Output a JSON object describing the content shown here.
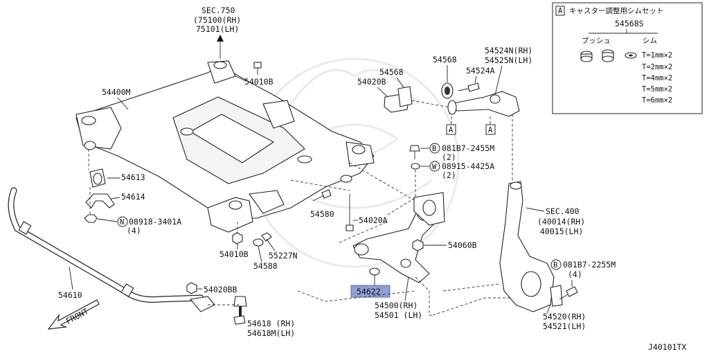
{
  "labels": {
    "sec750": "SEC.750",
    "sec750_rh": "(75100(RH)",
    "sec750_lh": "75101(LH)",
    "p54400m": "54400M",
    "p54010b_top": "54010B",
    "p54613": "54613",
    "p54614": "54614",
    "p08918": "08918-3401A",
    "p08918_qty": "(4)",
    "p54010b_bottom": "54010B",
    "p55227n": "55227N",
    "p54588": "54588",
    "p54580": "54580",
    "p54020a": "54020A",
    "p54610": "54610",
    "p54020bb": "54020BB",
    "p54618": "54618 (RH)",
    "p54618m": "54618M(LH)",
    "front": "FRONT",
    "p54622": "54622",
    "p54500": "54500(RH)",
    "p54501": "54501 (LH)",
    "p54060b": "54060B",
    "p54020b": "54020B",
    "p54568_a": "54568",
    "p54568_b": "54568",
    "p54524a": "54524A",
    "p54524n": "54524N(RH)",
    "p54525n": "54525N(LH)",
    "p081b7_2455m": "081B7-2455M",
    "p081b7_2455m_qty": "(2)",
    "p08915": "08915-4425A",
    "p08915_qty": "(2)",
    "sec400": "SEC.400",
    "sec400_rh": "(40014(RH)",
    "sec400_lh": "40015(LH)",
    "p081b7_2255m": "081B7-2255M",
    "p081b7_2255m_qty": "(4)",
    "p54520": "54520(RH)",
    "p54521": "54521(LH)",
    "code": "J40101TX",
    "ref_a": "A",
    "circle_b": "B",
    "circle_w": "W",
    "circle_n": "N"
  },
  "inset": {
    "badge": "A",
    "title": "キャスター調整用シムセット",
    "part": "54568S",
    "col_bush": "ブッシュ",
    "col_shim": "シム",
    "shims": [
      "T=1mm×2",
      "T=2mm×2",
      "T=4mm×2",
      "T=5mm×2",
      "T=6mm×2"
    ]
  },
  "highlight": {
    "part": "54622",
    "color": "#8f9fd6"
  }
}
